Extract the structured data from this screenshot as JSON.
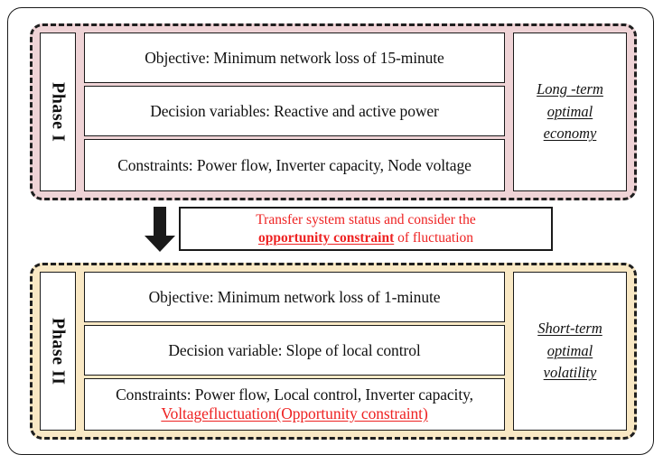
{
  "diagram": {
    "colors": {
      "phase1_background": "#efd3d6",
      "phase2_background": "#f9e8c4",
      "accent_red": "#ee2222",
      "border_black": "#1a1a1a",
      "box_background": "#ffffff"
    },
    "phases": [
      {
        "id": "phase-1",
        "label": "Phase I",
        "rows": [
          {
            "id": "objective",
            "text": "Objective: Minimum network loss of 15-minute"
          },
          {
            "id": "decision",
            "text": "Decision variables: Reactive and active power"
          },
          {
            "id": "constraints",
            "text": "Constraints: Power flow, Inverter capacity, Node voltage"
          }
        ],
        "summary": {
          "line1": "Long -term",
          "line2": "optimal",
          "line3": "economy"
        }
      },
      {
        "id": "phase-2",
        "label": "Phase II",
        "rows": [
          {
            "id": "objective",
            "text": "Objective: Minimum network loss of 1-minute"
          },
          {
            "id": "decision",
            "text": "Decision variable: Slope of local control"
          }
        ],
        "constraints": {
          "line1": "Constraints: Power flow, Local control, Inverter capacity,",
          "line2": "Voltagefluctuation(Opportunity constraint)"
        },
        "summary": {
          "line1": "Short-term",
          "line2": "optimal",
          "line3": "volatility"
        }
      }
    ],
    "transfer": {
      "arrow_icon": "down-arrow-icon",
      "line1": "Transfer system status and consider the",
      "line2_strong": "opportunity constraint",
      "line2_rest": " of fluctuation"
    }
  }
}
